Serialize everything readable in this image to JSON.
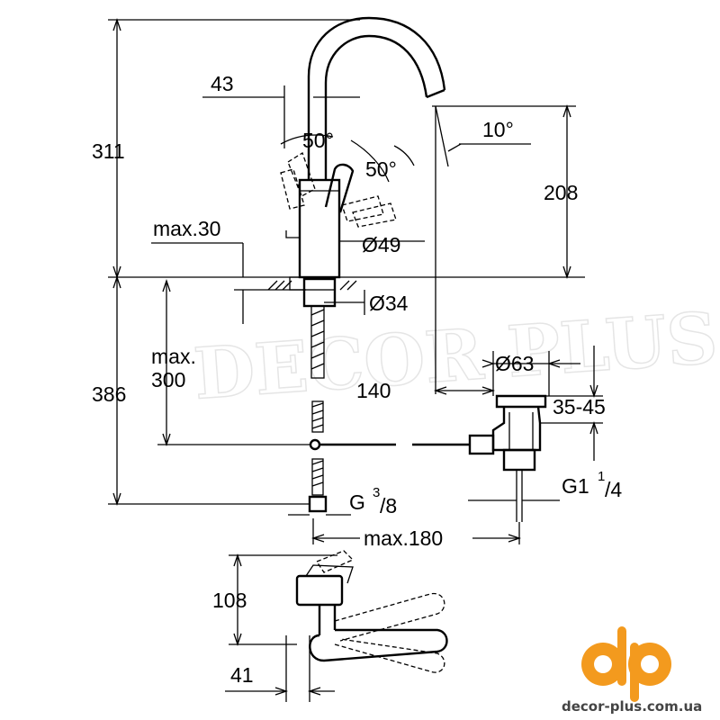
{
  "dimensions": {
    "d311": "311",
    "d43": "43",
    "d50a": "50°",
    "d50b": "50°",
    "d10": "10°",
    "d208": "208",
    "max30": "max.30",
    "dia49": "Ø49",
    "dia34": "Ø34",
    "max300_a": "max.",
    "max300_b": "300",
    "d386": "386",
    "dia63": "Ø63",
    "d140": "140",
    "d3545": "35-45",
    "g38_base": "G",
    "g38_sup": "3",
    "g38_sub": "/8",
    "g114_base": "G1",
    "g114_sup": "1",
    "g114_sub": "/4",
    "max180": "max.180",
    "d108": "108",
    "d41": "41"
  },
  "watermark": "DECOR PLUS",
  "brand": {
    "logo_text": "dp",
    "url": "decor-plus.com.ua",
    "color": "#f39a1e"
  }
}
